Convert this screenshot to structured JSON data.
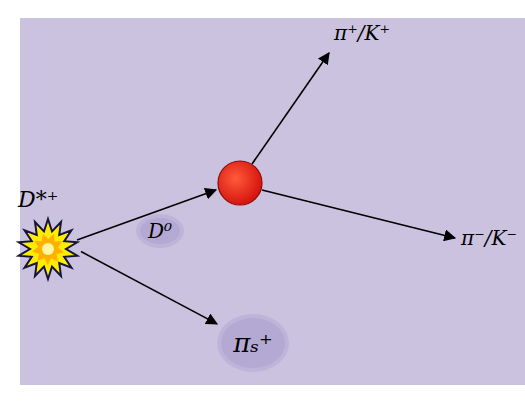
{
  "diagram": {
    "nodes": [
      {
        "text": [
          "D*⁺"
        ]
      },
      {
        "text": [
          "D⁰"
        ]
      },
      {
        "text": [
          "πₛ⁺"
        ]
      }
    ],
    "edges": [
      {
        "from": 0,
        "to": 2,
        "arrow": "to"
      }
    ],
    "labels": [
      "π⁺/K⁺",
      "π⁻/K⁻"
    ]
  }
}
